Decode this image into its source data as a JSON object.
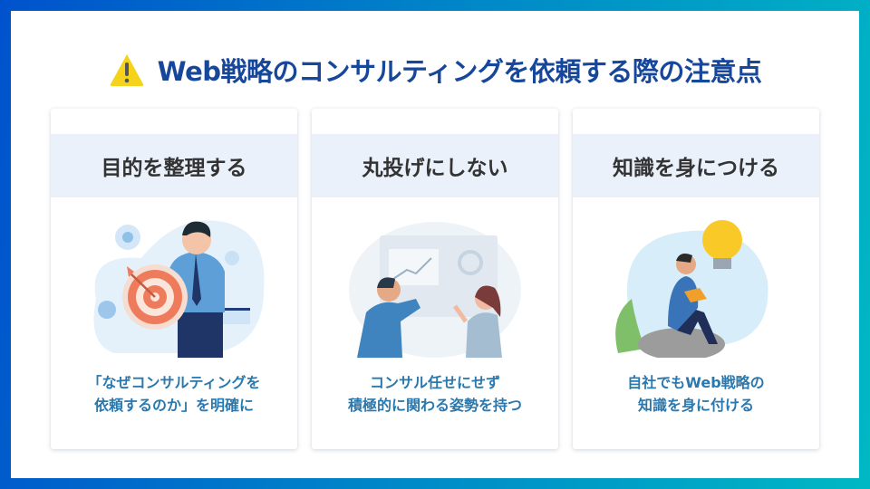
{
  "title": "Web戦略のコンサルティングを依頼する際の注意点",
  "cards": [
    {
      "heading": "目的を整理する",
      "caption_line1": "「なぜコンサルティングを",
      "caption_line2": "依頼するのか」を明確に"
    },
    {
      "heading": "丸投げにしない",
      "caption_line1": "コンサル任せにせず",
      "caption_line2": "積極的に関わる姿勢を持つ"
    },
    {
      "heading": "知識を身につける",
      "caption_line1": "自社でもWeb戦略の",
      "caption_line2": "知識を身に付ける"
    }
  ],
  "colors": {
    "title": "#17479a",
    "caption": "#2a78ad",
    "band": "#eaf1fa"
  }
}
